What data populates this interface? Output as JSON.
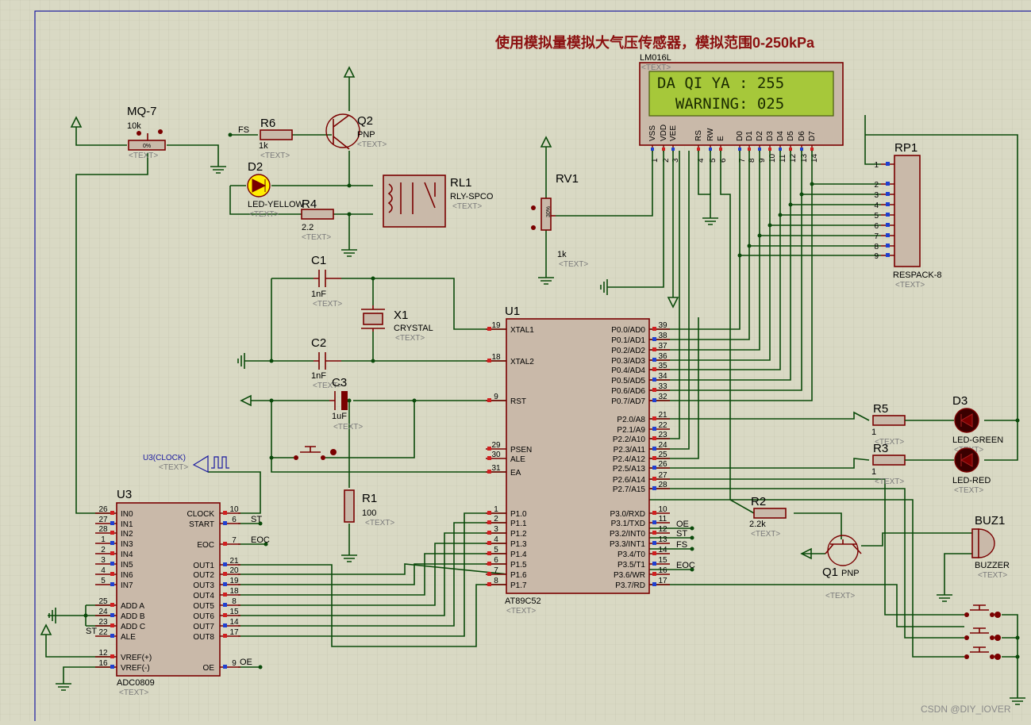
{
  "title": "使用模拟量模拟大气压传感器，模拟范围0-250kPa",
  "watermark": "CSDN @DIY_IOVER",
  "text_placeholder": "<TEXT>",
  "lcd": {
    "ref": "LM016L",
    "line1": "DA QI YA : 255",
    "line2": "WARNING: 025",
    "pin_names": [
      "VSS",
      "VDD",
      "VEE",
      "RS",
      "RW",
      "E",
      "D0",
      "D1",
      "D2",
      "D3",
      "D4",
      "D5",
      "D6",
      "D7"
    ],
    "pin_numbers": [
      "1",
      "2",
      "3",
      "4",
      "5",
      "6",
      "7",
      "8",
      "9",
      "10",
      "11",
      "12",
      "13",
      "14"
    ],
    "colors": {
      "screen": "#a6c83a",
      "text": "#1a2a00"
    }
  },
  "components": {
    "mq7": {
      "ref": "MQ-7",
      "value": "10k",
      "marker": "0%"
    },
    "r6": {
      "ref": "R6",
      "value": "1k",
      "net": "FS"
    },
    "q2": {
      "ref": "Q2",
      "type": "PNP"
    },
    "d2": {
      "ref": "D2",
      "type": "LED-YELLOW"
    },
    "r4": {
      "ref": "R4",
      "value": "2.2"
    },
    "rl1": {
      "ref": "RL1",
      "type": "RLY-SPCO"
    },
    "rv1": {
      "ref": "RV1",
      "value": "1k",
      "marker": "30%"
    },
    "rp1": {
      "ref": "RP1",
      "type": "RESPACK-8",
      "pins": [
        "1",
        "2",
        "3",
        "4",
        "5",
        "6",
        "7",
        "8",
        "9"
      ]
    },
    "c1": {
      "ref": "C1",
      "value": "1nF"
    },
    "c2": {
      "ref": "C2",
      "value": "1nF"
    },
    "c3": {
      "ref": "C3",
      "value": "1uF"
    },
    "x1": {
      "ref": "X1",
      "type": "CRYSTAL"
    },
    "r1": {
      "ref": "R1",
      "value": "100"
    },
    "r5": {
      "ref": "R5",
      "value": "1"
    },
    "r3": {
      "ref": "R3",
      "value": "1"
    },
    "r2": {
      "ref": "R2",
      "value": "2.2k"
    },
    "d3": {
      "ref": "D3",
      "type": "LED-GREEN"
    },
    "d_red": {
      "type": "LED-RED"
    },
    "q1": {
      "ref": "Q1",
      "type": "PNP"
    },
    "buz1": {
      "ref": "BUZ1",
      "type": "BUZZER"
    },
    "clock_probe": "U3(CLOCK)"
  },
  "u1": {
    "ref": "U1",
    "part": "AT89C52",
    "left_pins": [
      {
        "num": "19",
        "name": "XTAL1"
      },
      {
        "num": "18",
        "name": "XTAL2"
      },
      {
        "num": "9",
        "name": "RST"
      },
      {
        "num": "29",
        "name": "PSEN"
      },
      {
        "num": "30",
        "name": "ALE"
      },
      {
        "num": "31",
        "name": "EA"
      },
      {
        "num": "1",
        "name": "P1.0"
      },
      {
        "num": "2",
        "name": "P1.1"
      },
      {
        "num": "3",
        "name": "P1.2"
      },
      {
        "num": "4",
        "name": "P1.3"
      },
      {
        "num": "5",
        "name": "P1.4"
      },
      {
        "num": "6",
        "name": "P1.5"
      },
      {
        "num": "7",
        "name": "P1.6"
      },
      {
        "num": "8",
        "name": "P1.7"
      }
    ],
    "right_pins": [
      {
        "num": "39",
        "name": "P0.0/AD0"
      },
      {
        "num": "38",
        "name": "P0.1/AD1"
      },
      {
        "num": "37",
        "name": "P0.2/AD2"
      },
      {
        "num": "36",
        "name": "P0.3/AD3"
      },
      {
        "num": "35",
        "name": "P0.4/AD4"
      },
      {
        "num": "34",
        "name": "P0.5/AD5"
      },
      {
        "num": "33",
        "name": "P0.6/AD6"
      },
      {
        "num": "32",
        "name": "P0.7/AD7"
      },
      {
        "num": "21",
        "name": "P2.0/A8"
      },
      {
        "num": "22",
        "name": "P2.1/A9"
      },
      {
        "num": "23",
        "name": "P2.2/A10"
      },
      {
        "num": "24",
        "name": "P2.3/A11"
      },
      {
        "num": "25",
        "name": "P2.4/A12"
      },
      {
        "num": "26",
        "name": "P2.5/A13"
      },
      {
        "num": "27",
        "name": "P2.6/A14"
      },
      {
        "num": "28",
        "name": "P2.7/A15"
      },
      {
        "num": "10",
        "name": "P3.0/RXD"
      },
      {
        "num": "11",
        "name": "P3.1/TXD"
      },
      {
        "num": "12",
        "name": "P3.2/INT0"
      },
      {
        "num": "13",
        "name": "P3.3/INT1"
      },
      {
        "num": "14",
        "name": "P3.4/T0"
      },
      {
        "num": "15",
        "name": "P3.5/T1"
      },
      {
        "num": "16",
        "name": "P3.6/WR"
      },
      {
        "num": "17",
        "name": "P3.7/RD"
      }
    ],
    "p3_nets": [
      "OE",
      "ST",
      "FS",
      "EOC"
    ]
  },
  "u3": {
    "ref": "U3",
    "part": "ADC0809",
    "left_pins": [
      {
        "num": "26",
        "name": "IN0"
      },
      {
        "num": "27",
        "name": "IN1"
      },
      {
        "num": "28",
        "name": "IN2"
      },
      {
        "num": "1",
        "name": "IN3"
      },
      {
        "num": "2",
        "name": "IN4"
      },
      {
        "num": "3",
        "name": "IN5"
      },
      {
        "num": "4",
        "name": "IN6"
      },
      {
        "num": "5",
        "name": "IN7"
      },
      {
        "num": "25",
        "name": "ADD A"
      },
      {
        "num": "24",
        "name": "ADD B"
      },
      {
        "num": "23",
        "name": "ADD C"
      },
      {
        "num": "22",
        "name": "ALE"
      },
      {
        "num": "12",
        "name": "VREF(+)"
      },
      {
        "num": "16",
        "name": "VREF(-)"
      }
    ],
    "right_pins": [
      {
        "num": "10",
        "name": "CLOCK"
      },
      {
        "num": "6",
        "name": "START"
      },
      {
        "num": "7",
        "name": "EOC"
      },
      {
        "num": "21",
        "name": "OUT1"
      },
      {
        "num": "20",
        "name": "OUT2"
      },
      {
        "num": "19",
        "name": "OUT3"
      },
      {
        "num": "18",
        "name": "OUT4"
      },
      {
        "num": "8",
        "name": "OUT5"
      },
      {
        "num": "15",
        "name": "OUT6"
      },
      {
        "num": "14",
        "name": "OUT7"
      },
      {
        "num": "17",
        "name": "OUT8"
      },
      {
        "num": "9",
        "name": "OE"
      }
    ],
    "nets": {
      "start": "ST",
      "eoc": "EOC",
      "oe": "OE",
      "ale": "ST"
    }
  }
}
